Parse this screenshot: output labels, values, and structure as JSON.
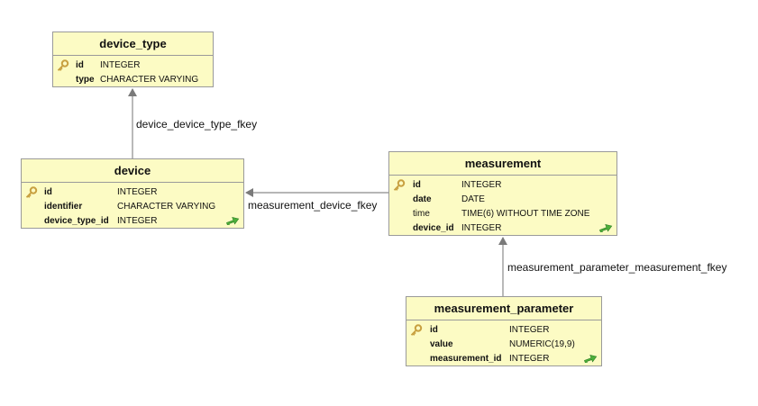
{
  "tables": {
    "device_type": {
      "name": "device_type",
      "columns": [
        {
          "name": "id",
          "type": "INTEGER",
          "pk": true
        },
        {
          "name": "type",
          "type": "CHARACTER VARYING",
          "pk": false
        }
      ]
    },
    "device": {
      "name": "device",
      "columns": [
        {
          "name": "id",
          "type": "INTEGER",
          "pk": true
        },
        {
          "name": "identifier",
          "type": "CHARACTER VARYING",
          "pk": false
        },
        {
          "name": "device_type_id",
          "type": "INTEGER",
          "pk": false
        }
      ]
    },
    "measurement": {
      "name": "measurement",
      "columns": [
        {
          "name": "id",
          "type": "INTEGER",
          "pk": true
        },
        {
          "name": "date",
          "type": "DATE",
          "pk": false
        },
        {
          "name": "time",
          "type": "TIME(6) WITHOUT TIME ZONE",
          "pk": false
        },
        {
          "name": "device_id",
          "type": "INTEGER",
          "pk": false
        }
      ]
    },
    "measurement_parameter": {
      "name": "measurement_parameter",
      "columns": [
        {
          "name": "id",
          "type": "INTEGER",
          "pk": true
        },
        {
          "name": "value",
          "type": "NUMERIC(19,9)",
          "pk": false
        },
        {
          "name": "measurement_id",
          "type": "INTEGER",
          "pk": false
        }
      ]
    }
  },
  "relations": {
    "device_device_type_fkey": "device_device_type_fkey",
    "measurement_device_fkey": "measurement_device_fkey",
    "measurement_parameter_measurement_fkey": "measurement_parameter_measurement_fkey"
  },
  "colors": {
    "table_fill": "#fcfbc4",
    "border": "#9a9a9a",
    "arrow": "#808080",
    "key_icon": "#c8a040",
    "fk_icon": "#4caf3a"
  },
  "icons": {
    "primary_key": "key-icon",
    "foreign_key": "foreign-key-arrow-icon"
  }
}
